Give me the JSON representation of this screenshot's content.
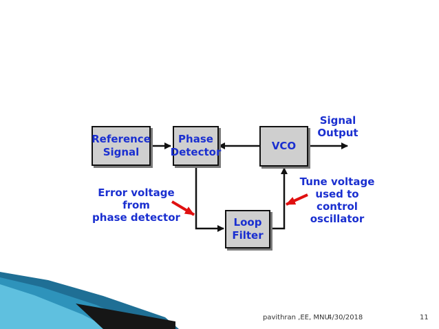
{
  "blocks": {
    "reference": [
      "Reference",
      "Signal"
    ],
    "phase_detector": [
      "Phase",
      "Detector"
    ],
    "vco": [
      "VCO"
    ],
    "loop_filter": [
      "Loop",
      "Filter"
    ]
  },
  "labels": {
    "signal_output": [
      "Signal",
      "Output"
    ],
    "error_voltage": [
      "Error voltage from",
      "phase detector"
    ],
    "tune_voltage": [
      "Tune voltage",
      "used to",
      "control oscillator"
    ]
  },
  "footer": {
    "author": "pavithran ,EE, MNU",
    "date": "4/30/2018",
    "page": "11"
  },
  "colors": {
    "text": "#1a2fd0",
    "block_fill": "#cfcfcf",
    "pointer_arrow": "#e01010"
  }
}
